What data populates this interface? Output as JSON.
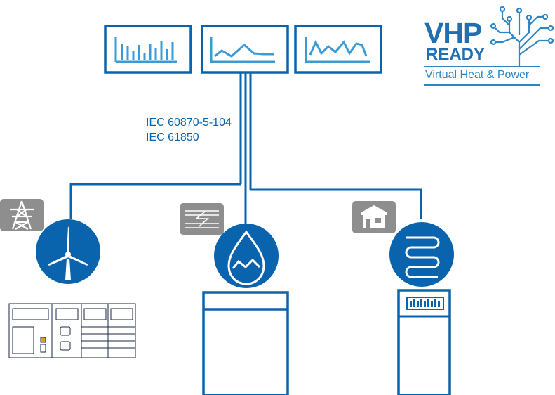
{
  "protocols": [
    "IEC 60870-5-104",
    "IEC 61850"
  ],
  "logo": {
    "title": "VHP",
    "subtitle": "READY",
    "tagline": "Virtual Heat & Power"
  },
  "colors": {
    "primary": "#0a64ad",
    "logo": "#1f6fb2",
    "grey_badge": "#8e8e8e"
  },
  "icons": {
    "monitors": [
      "bar-chart-icon",
      "line-chart-icon",
      "line-chart-icon"
    ],
    "badges": [
      "power-pylon-icon",
      "power-plant-icon",
      "house-icon"
    ],
    "devices": [
      "wind-turbine-icon",
      "water-drop-icon",
      "heating-coil-icon"
    ]
  }
}
